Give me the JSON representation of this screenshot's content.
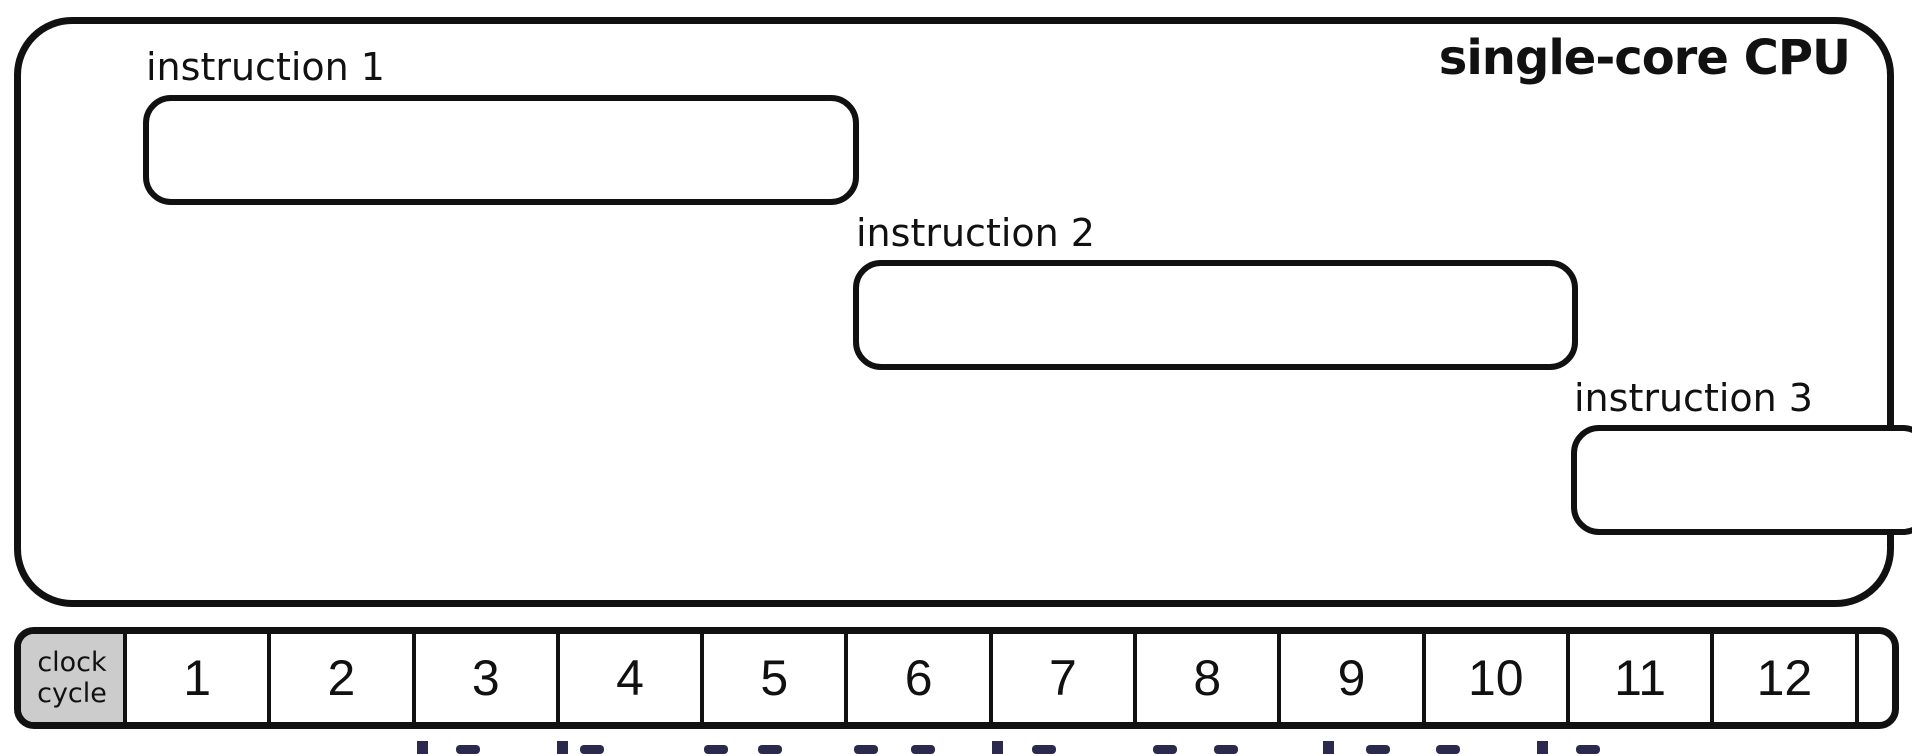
{
  "cpu": {
    "title": "single-core CPU"
  },
  "instructions": [
    {
      "label": "instruction 1"
    },
    {
      "label": "instruction 2"
    },
    {
      "label": "instruction 3"
    }
  ],
  "clock": {
    "label_line1": "clock",
    "label_line2": "cycle",
    "cycles": [
      "1",
      "2",
      "3",
      "4",
      "5",
      "6",
      "7",
      "8",
      "9",
      "10",
      "11",
      "12"
    ]
  },
  "colors": {
    "stroke": "#111111",
    "clock_label_bg": "#cccccc",
    "cut_off_text": "#2b2a4c"
  }
}
